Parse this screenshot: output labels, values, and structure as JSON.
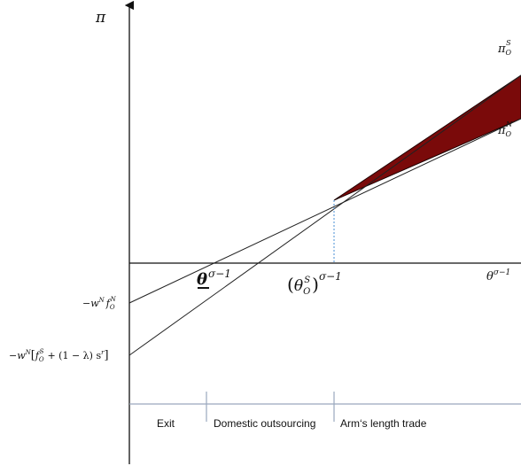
{
  "axes": {
    "y_label": "π",
    "x_label_base": "θ",
    "x_label_exp": "σ−1"
  },
  "curves": {
    "pi_S_base": "π",
    "pi_S_sub": "O",
    "pi_S_sup": "S",
    "pi_N_base": "π",
    "pi_N_sub": "O",
    "pi_N_sup": "N"
  },
  "intercepts": {
    "upper": {
      "prefix": "−w",
      "prefix_sup": "N",
      "f": "f",
      "f_sub": "O",
      "f_sup": "N"
    },
    "lower": {
      "prefix": "−w",
      "prefix_sup": "N",
      "bracket_open": "[",
      "f": "f",
      "f_sub": "O",
      "f_sup": "S",
      "middle": "+ (1 − λ) s",
      "s_sup": "r",
      "bracket_close": "]"
    }
  },
  "thresholds": {
    "underline_theta": {
      "base": "θ",
      "exp": "σ−1"
    },
    "theta_S": {
      "open": "(",
      "base": "θ",
      "sub": "O",
      "sup": "S",
      "close": ")",
      "exp": "σ−1"
    }
  },
  "regions": {
    "exit": "Exit",
    "domestic": "Domestic outsourcing",
    "arms_length": "Arm‘s length trade"
  },
  "colors": {
    "shaded": "#7a0a0a",
    "dashed": "#4a8fd6",
    "line": "#222222"
  }
}
